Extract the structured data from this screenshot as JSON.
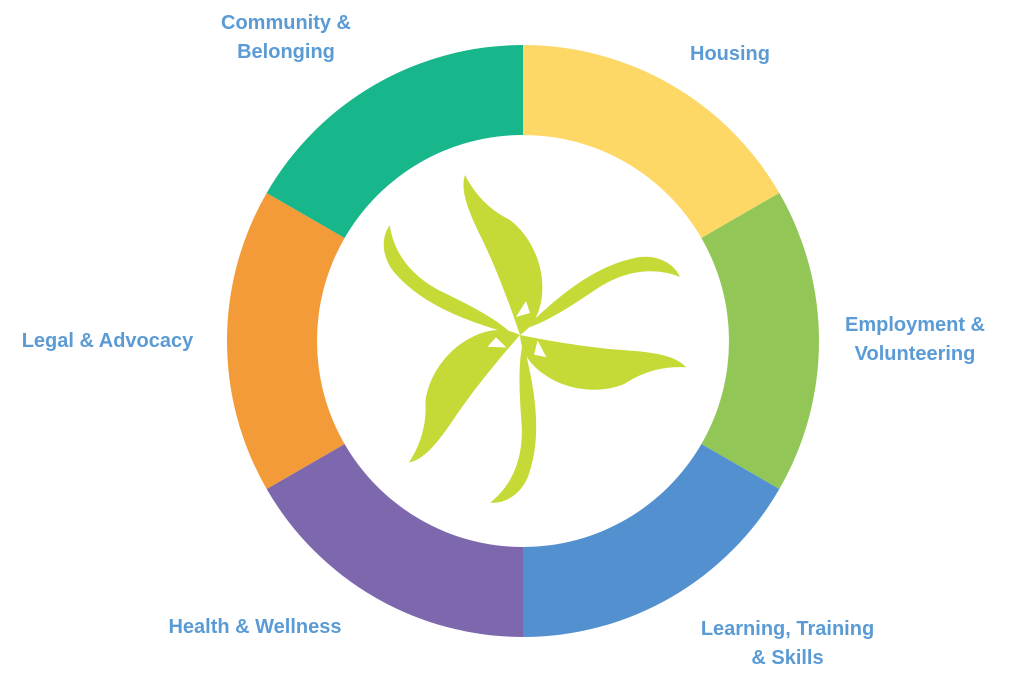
{
  "segments": [
    {
      "id": "housing",
      "lines": [
        "Housing"
      ],
      "color": "#fdd866"
    },
    {
      "id": "employment",
      "lines": [
        "Employment &",
        "Volunteering"
      ],
      "color": "#92c758"
    },
    {
      "id": "learning",
      "lines": [
        "Learning, Training",
        "& Skills"
      ],
      "color": "#5390d0"
    },
    {
      "id": "health",
      "lines": [
        "Health & Wellness"
      ],
      "color": "#7d68ad"
    },
    {
      "id": "legal",
      "lines": [
        "Legal & Advocacy"
      ],
      "color": "#f39b38"
    },
    {
      "id": "community",
      "lines": [
        "Community &",
        "Belonging"
      ],
      "color": "#17b78b"
    }
  ],
  "logo": {
    "name": "swirl-logo",
    "color": "#c5d937"
  },
  "colors": {
    "label_text": "#5b9bd5",
    "background": "#ffffff"
  }
}
